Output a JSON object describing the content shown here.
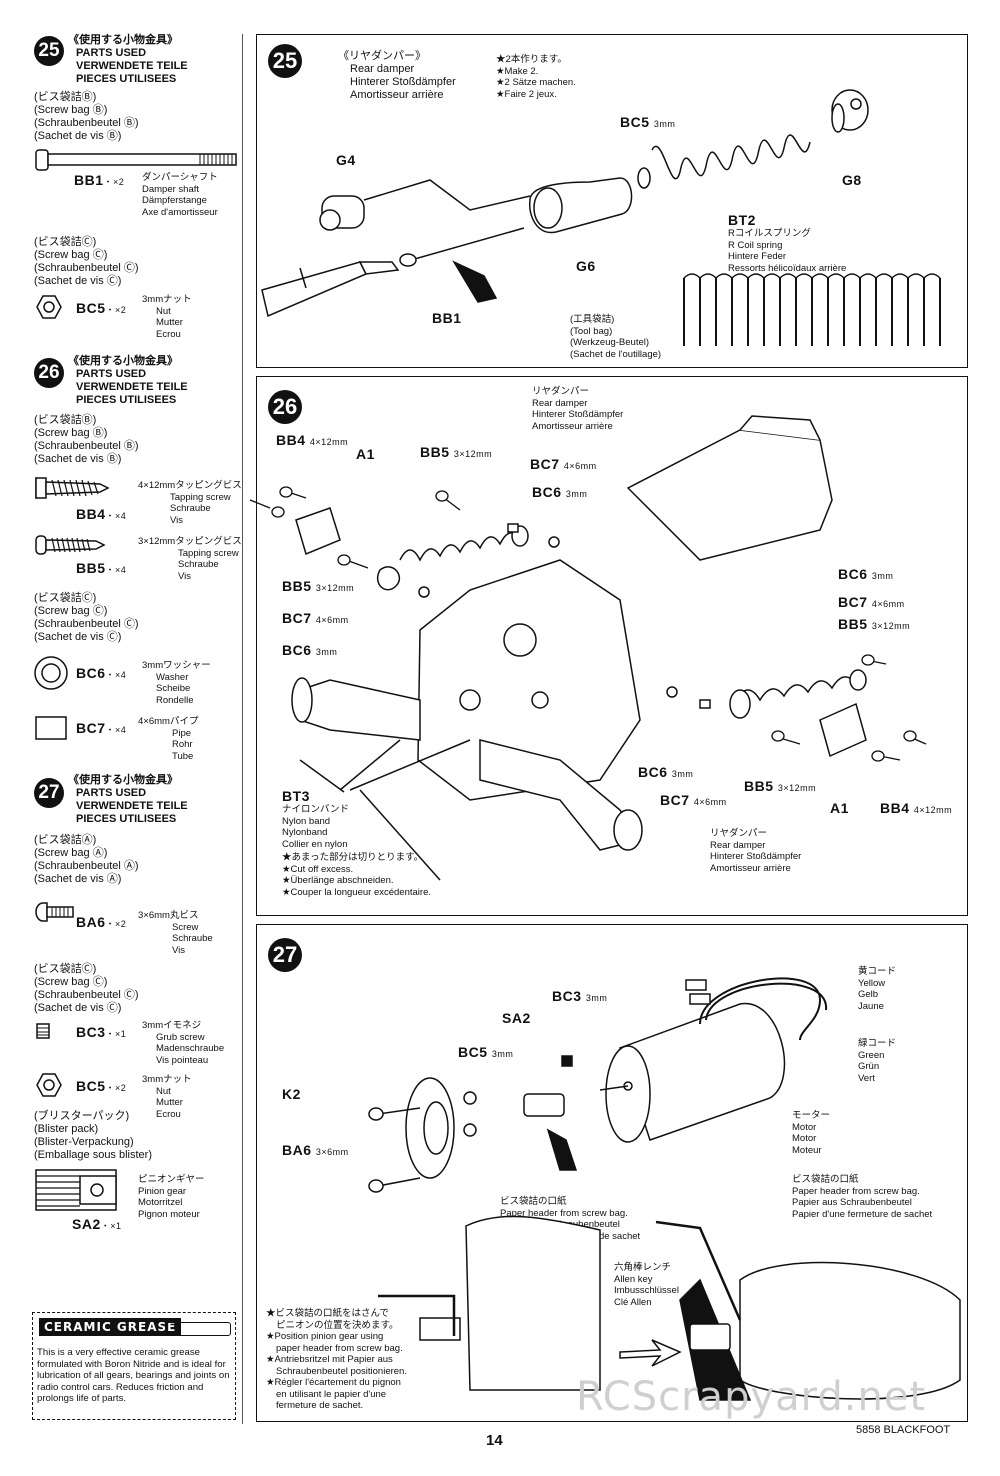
{
  "side": {
    "s25": {
      "num": "25",
      "jp": "《使用する小物金具》",
      "en": "PARTS USED",
      "de": "VERWENDETE TEILE",
      "fr": "PIECES UTILISEES",
      "bag_b": [
        "(ビス袋詰Ⓑ)",
        "(Screw bag Ⓑ)",
        "(Schraubenbeutel Ⓑ)",
        "(Sachet de vis Ⓑ)"
      ],
      "bb1_code": "BB1",
      "bb1_qty": "・×2",
      "bb1_desc": [
        "ダンパーシャフト",
        "Damper shaft",
        "Dämpferstange",
        "Axe d'amortisseur"
      ],
      "bag_c": [
        "(ビス袋詰Ⓒ)",
        "(Screw bag Ⓒ)",
        "(Schraubenbeutel Ⓒ)",
        "(Sachet de vis Ⓒ)"
      ],
      "bc5_code": "BC5",
      "bc5_qty": "・×2",
      "bc5_desc": [
        "3mmナット",
        "Nut",
        "Mutter",
        "Ecrou"
      ]
    },
    "s26": {
      "num": "26",
      "jp": "《使用する小物金具》",
      "en": "PARTS USED",
      "de": "VERWENDETE TEILE",
      "fr": "PIECES UTILISEES",
      "bag_b": [
        "(ビス袋詰Ⓑ)",
        "(Screw bag Ⓑ)",
        "(Schraubenbeutel Ⓑ)",
        "(Sachet de vis Ⓑ)"
      ],
      "bb4_code": "BB4",
      "bb4_qty": "・×4",
      "bb4_desc": [
        "4×12mmタッピングビス",
        "Tapping screw",
        "Schraube",
        "Vis"
      ],
      "bb5_code": "BB5",
      "bb5_qty": "・×4",
      "bb5_desc": [
        "3×12mmタッピングビス",
        "Tapping screw",
        "Schraube",
        "Vis"
      ],
      "bag_c": [
        "(ビス袋詰Ⓒ)",
        "(Screw bag Ⓒ)",
        "(Schraubenbeutel Ⓒ)",
        "(Sachet de vis Ⓒ)"
      ],
      "bc6_code": "BC6",
      "bc6_qty": "・×4",
      "bc6_desc": [
        "3mmワッシャー",
        "Washer",
        "Scheibe",
        "Rondelle"
      ],
      "bc7_code": "BC7",
      "bc7_qty": "・×4",
      "bc7_desc": [
        "4×6mmパイプ",
        "Pipe",
        "Rohr",
        "Tube"
      ]
    },
    "s27": {
      "num": "27",
      "jp": "《使用する小物金具》",
      "en": "PARTS USED",
      "de": "VERWENDETE TEILE",
      "fr": "PIECES UTILISEES",
      "bag_a": [
        "(ビス袋詰Ⓐ)",
        "(Screw bag Ⓐ)",
        "(Schraubenbeutel Ⓐ)",
        "(Sachet de vis Ⓐ)"
      ],
      "ba6_code": "BA6",
      "ba6_qty": "・×2",
      "ba6_desc": [
        "3×6mm丸ビス",
        "Screw",
        "Schraube",
        "Vis"
      ],
      "bag_c": [
        "(ビス袋詰Ⓒ)",
        "(Screw bag Ⓒ)",
        "(Schraubenbeutel Ⓒ)",
        "(Sachet de vis Ⓒ)"
      ],
      "bc3_code": "BC3",
      "bc3_qty": "・×1",
      "bc3_desc": [
        "3mmイモネジ",
        "Grub screw",
        "Madenschraube",
        "Vis pointeau"
      ],
      "bc5_code": "BC5",
      "bc5_qty": "・×2",
      "bc5_desc": [
        "3mmナット",
        "Nut",
        "Mutter",
        "Ecrou"
      ],
      "blister": [
        "(ブリスターパック)",
        "(Blister pack)",
        "(Blister-Verpackung)",
        "(Emballage sous blister)"
      ],
      "sa2_code": "SA2",
      "sa2_qty": "・×1",
      "sa2_desc": [
        "ピニオンギヤー",
        "Pinion gear",
        "Motorritzel",
        "Pignon moteur"
      ]
    },
    "grease": {
      "logo": "CERAMIC GREASE",
      "text": "This is a very effective ceramic grease formulated with Boron Nitride and is ideal for lubrication of all gears, bearings and joints on radio control cars. Reduces friction and prolongs life of parts."
    }
  },
  "step25": {
    "num": "25",
    "title": [
      "《リヤダンパー》",
      "Rear damper",
      "Hinterer Stoßdämpfer",
      "Amortisseur arrière"
    ],
    "make": [
      "★2本作ります。",
      "★Make 2.",
      "★2 Sätze machen.",
      "★Faire 2 jeux."
    ],
    "bc5": "BC5",
    "bc5_size": "3mm",
    "g4": "G4",
    "g8": "G8",
    "g6": "G6",
    "bb1": "BB1",
    "bt2": "BT2",
    "bt2_desc": [
      "Rコイルスプリング",
      "R Coil spring",
      "Hintere Feder",
      "Ressorts hélicoïdaux arrière"
    ],
    "tool": [
      "(工具袋詰)",
      "(Tool bag)",
      "(Werkzeug-Beutel)",
      "(Sachet de l'outillage)"
    ]
  },
  "step26": {
    "num": "26",
    "damper_top": [
      "リヤダンパー",
      "Rear damper",
      "Hinterer Stoßdämpfer",
      "Amortisseur arrière"
    ],
    "bb4": "BB4",
    "bb4_size": "4×12mm",
    "a1": "A1",
    "bb5": "BB5",
    "bb5_size": "3×12mm",
    "bc7": "BC7",
    "bc7_size": "4×6mm",
    "bc6": "BC6",
    "bc6_size": "3mm",
    "bt3": "BT3",
    "bt3_desc": [
      "ナイロンバンド",
      "Nylon band",
      "Nylonband",
      "Collier en nylon"
    ],
    "cut": [
      "★あまった部分は切りとります。",
      "★Cut off excess.",
      "★Überlänge abschneiden.",
      "★Couper la longueur excédentaire."
    ],
    "damper_bottom": [
      "リヤダンパー",
      "Rear damper",
      "Hinterer Stoßdämpfer",
      "Amortisseur arrière"
    ]
  },
  "step27": {
    "num": "27",
    "bc3": "BC3",
    "bc3_size": "3mm",
    "sa2": "SA2",
    "bc5": "BC5",
    "bc5_size": "3mm",
    "k2": "K2",
    "ba6": "BA6",
    "ba6_size": "3×6mm",
    "yellow": [
      "黄コード",
      "Yellow",
      "Gelb",
      "Jaune"
    ],
    "green": [
      "緑コード",
      "Green",
      "Grün",
      "Vert"
    ],
    "motor": [
      "モーター",
      "Motor",
      "Motor",
      "Moteur"
    ],
    "header_right": [
      "ビス袋詰の口紙",
      "Paper header from screw bag.",
      "Papier aus Schraubenbeutel",
      "Papier d'une fermeture de sachet"
    ],
    "header_mid": [
      "ビス袋詰の口紙",
      "Paper header from screw bag.",
      "Papier aus Schraubenbeutel",
      "Papier d'une fermeture de sachet"
    ],
    "allen": [
      "六角棒レンチ",
      "Allen key",
      "Imbusschlüssel",
      "Clé Allen"
    ],
    "note": [
      "★ビス袋詰の口紙をはさんで",
      "ピニオンの位置を決めます。",
      "★Position pinion gear using",
      "paper header from screw bag.",
      "★Antriebsritzel mit Papier aus",
      "Schraubenbeutel positionieren.",
      "★Régler l'écartement du pignon",
      "en utilisant le papier d'une",
      "fermeture de sachet."
    ]
  },
  "footer": {
    "page": "14",
    "model": "5858 BLACKFOOT",
    "watermark": "RCScrapyard.net"
  }
}
